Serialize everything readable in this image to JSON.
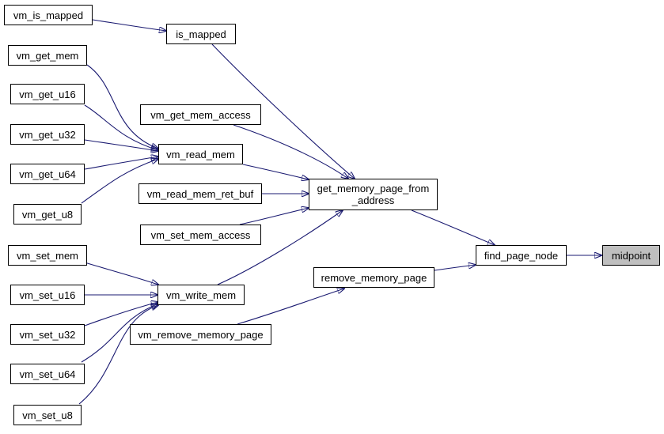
{
  "graph": {
    "type": "call-graph",
    "edge_color": "#191970",
    "root_fill": "#bfbfbf",
    "nodes": {
      "vm_is_mapped": "vm_is_mapped",
      "is_mapped": "is_mapped",
      "vm_get_mem": "vm_get_mem",
      "vm_get_u16": "vm_get_u16",
      "vm_get_u32": "vm_get_u32",
      "vm_get_u64": "vm_get_u64",
      "vm_get_u8": "vm_get_u8",
      "vm_get_mem_access": "vm_get_mem_access",
      "vm_read_mem": "vm_read_mem",
      "vm_read_mem_ret_buf": "vm_read_mem_ret_buf",
      "vm_set_mem_access": "vm_set_mem_access",
      "get_memory_page_from_address": "get_memory_page_from\n_address",
      "vm_set_mem": "vm_set_mem",
      "vm_set_u16": "vm_set_u16",
      "vm_set_u32": "vm_set_u32",
      "vm_set_u64": "vm_set_u64",
      "vm_set_u8": "vm_set_u8",
      "vm_write_mem": "vm_write_mem",
      "remove_memory_page": "remove_memory_page",
      "vm_remove_memory_page": "vm_remove_memory_page",
      "find_page_node": "find_page_node",
      "midpoint": "midpoint"
    },
    "edges": [
      [
        "vm_is_mapped",
        "is_mapped"
      ],
      [
        "is_mapped",
        "get_memory_page_from_address"
      ],
      [
        "vm_get_mem",
        "vm_read_mem"
      ],
      [
        "vm_get_u16",
        "vm_read_mem"
      ],
      [
        "vm_get_u32",
        "vm_read_mem"
      ],
      [
        "vm_get_u64",
        "vm_read_mem"
      ],
      [
        "vm_get_u8",
        "vm_read_mem"
      ],
      [
        "vm_get_mem_access",
        "get_memory_page_from_address"
      ],
      [
        "vm_read_mem",
        "get_memory_page_from_address"
      ],
      [
        "vm_read_mem_ret_buf",
        "get_memory_page_from_address"
      ],
      [
        "vm_set_mem_access",
        "get_memory_page_from_address"
      ],
      [
        "vm_write_mem",
        "get_memory_page_from_address"
      ],
      [
        "vm_set_mem",
        "vm_write_mem"
      ],
      [
        "vm_set_u16",
        "vm_write_mem"
      ],
      [
        "vm_set_u32",
        "vm_write_mem"
      ],
      [
        "vm_set_u64",
        "vm_write_mem"
      ],
      [
        "vm_set_u8",
        "vm_write_mem"
      ],
      [
        "vm_remove_memory_page",
        "remove_memory_page"
      ],
      [
        "get_memory_page_from_address",
        "find_page_node"
      ],
      [
        "remove_memory_page",
        "find_page_node"
      ],
      [
        "find_page_node",
        "midpoint"
      ]
    ]
  }
}
